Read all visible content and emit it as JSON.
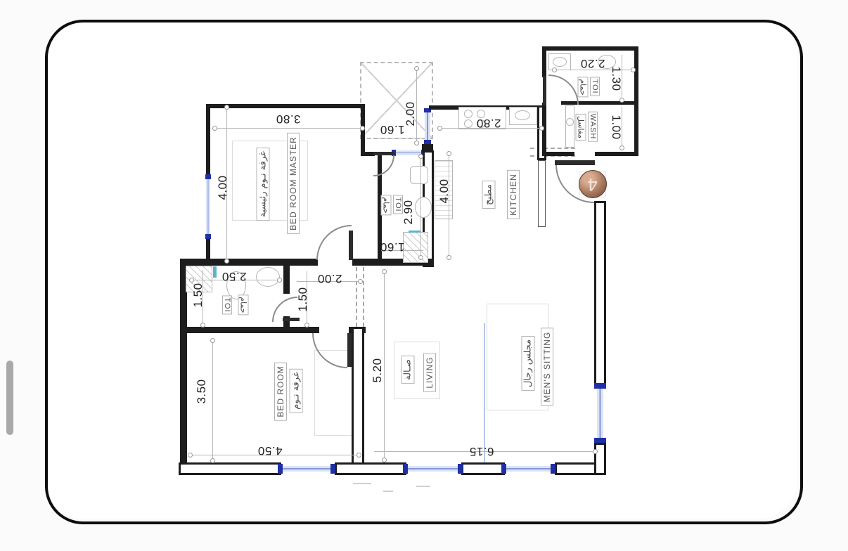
{
  "plan": {
    "marker": "4",
    "dims": {
      "master_w": "3.80",
      "master_h": "4.00",
      "shaft_h": "2.00",
      "lobby_w": "1.60",
      "kitchen_w": "2.80",
      "kitchen_h": "4.00",
      "wc_top_w": "2.20",
      "wc_top_h": "1.30",
      "wash_h": "1.00",
      "wc_mid_h": "2.90",
      "wc_mid_w": "1.60",
      "wc_left_w": "2.50",
      "wc_left_h": "1.50",
      "hall_w": "2.00",
      "hall_h": "1.50",
      "bedroom_h": "3.50",
      "bedroom_w": "4.50",
      "living_h": "5.20",
      "sitting_w": "6.15"
    },
    "rooms": {
      "master": {
        "ar": "غرفة نـوم رئيسية",
        "en": "BED ROOM MASTER"
      },
      "kitchen": {
        "ar": "مطبخ",
        "en": "KITCHEN"
      },
      "wc_top": {
        "ar": "حمام",
        "en": "TOI"
      },
      "wash": {
        "ar": "مغاسل",
        "en": "WASH"
      },
      "wc_mid": {
        "ar": "حمام",
        "en": "TOI"
      },
      "wc_left": {
        "ar": "حمام",
        "en": "TOI"
      },
      "bedroom": {
        "ar": "غرفة نـوم",
        "en": "BED ROOM"
      },
      "living": {
        "ar": "صـالة",
        "en": "LIVING"
      },
      "sitting": {
        "ar": "مجلس رجال",
        "en": "MEN'S SITTING"
      }
    }
  }
}
